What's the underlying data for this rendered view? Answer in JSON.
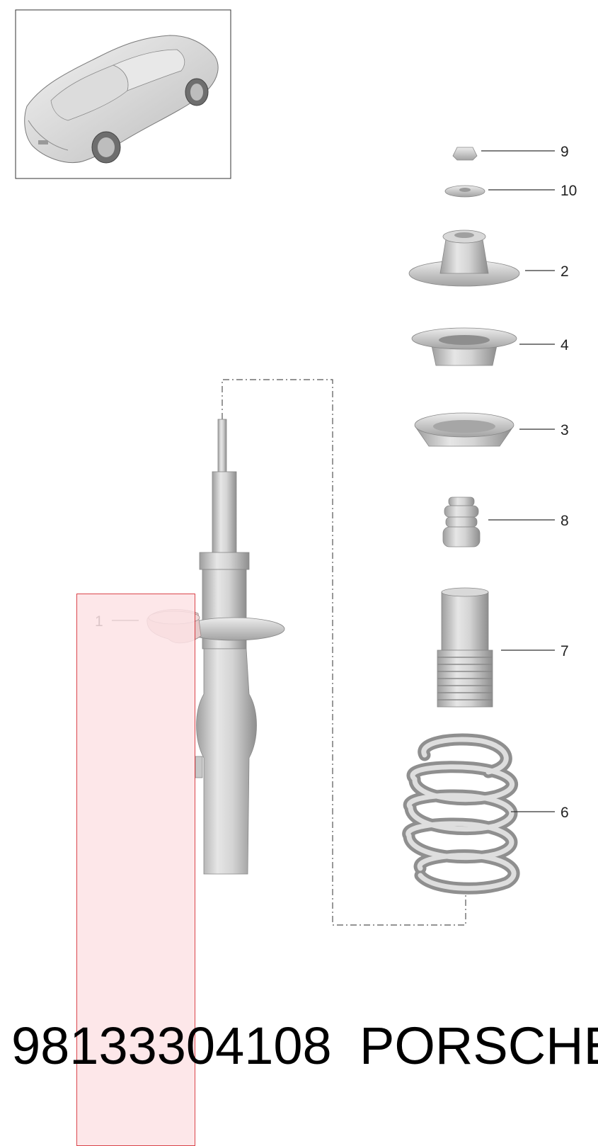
{
  "diagram": {
    "callouts": [
      {
        "id": "callout-9",
        "label": "9"
      },
      {
        "id": "callout-10",
        "label": "10"
      },
      {
        "id": "callout-2",
        "label": "2"
      },
      {
        "id": "callout-4",
        "label": "4"
      },
      {
        "id": "callout-3",
        "label": "3"
      },
      {
        "id": "callout-8",
        "label": "8"
      },
      {
        "id": "callout-7",
        "label": "7"
      },
      {
        "id": "callout-6",
        "label": "6"
      },
      {
        "id": "callout-1",
        "label": "1"
      }
    ],
    "highlighted_part": "1"
  },
  "footer": {
    "part_number": "98133304108",
    "brand": "PORSCHE"
  },
  "colors": {
    "part_gray": "#cfcfcf",
    "highlight_fill": "#fde3e6",
    "highlight_border": "#d4242b",
    "highlighted_part_fill": "#e6c9c9"
  }
}
